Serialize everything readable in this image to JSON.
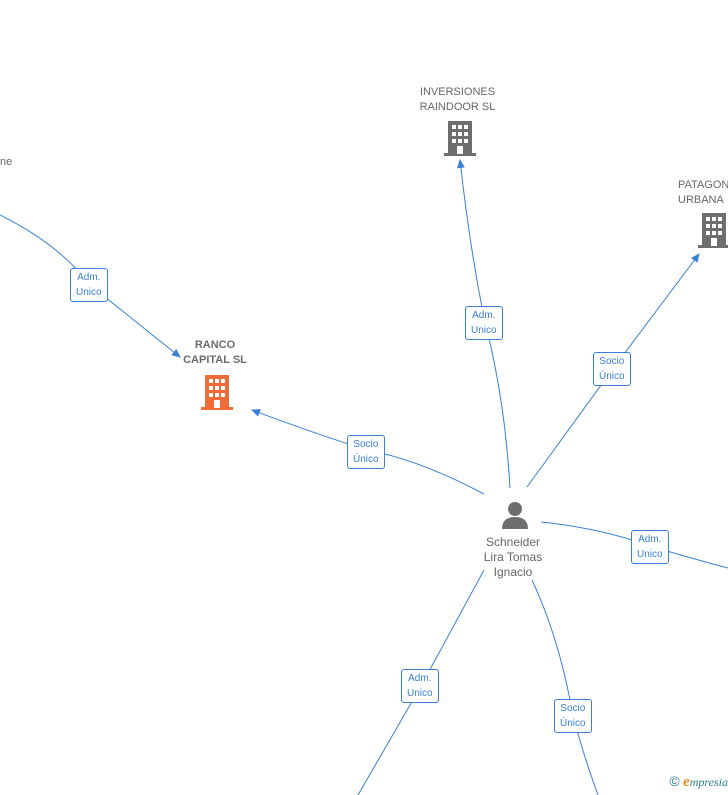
{
  "nodes": {
    "ranco": {
      "label": "RANCO\nCAPITAL  SL",
      "type": "company-focus"
    },
    "inversiones": {
      "label": "INVERSIONES\nRAINDOOR  SL",
      "type": "company"
    },
    "patagonia": {
      "label": "PATAGON\nURBANA",
      "type": "company"
    },
    "cut_left": {
      "label": "ne",
      "type": "partial"
    },
    "person": {
      "label": "Schneider\nLira Tomas\nIgnacio",
      "type": "person"
    }
  },
  "edges": {
    "e1": {
      "label": "Adm.\nUnico"
    },
    "e2": {
      "label": "Socio\nÚnico"
    },
    "e3": {
      "label": "Adm.\nUnico"
    },
    "e4": {
      "label": "Socio\nÚnico"
    },
    "e5": {
      "label": "Adm.\nUnico"
    },
    "e6": {
      "label": "Adm.\nUnico"
    },
    "e7": {
      "label": "Socio\nÚnico"
    }
  },
  "colors": {
    "edge": "#3a7fd5",
    "focus_icon": "#f26a35",
    "company_icon": "#6e6e6e",
    "person_icon": "#6e6e6e"
  },
  "branding": {
    "copyright": "©",
    "e_letter": "e",
    "name": "mpresia"
  }
}
